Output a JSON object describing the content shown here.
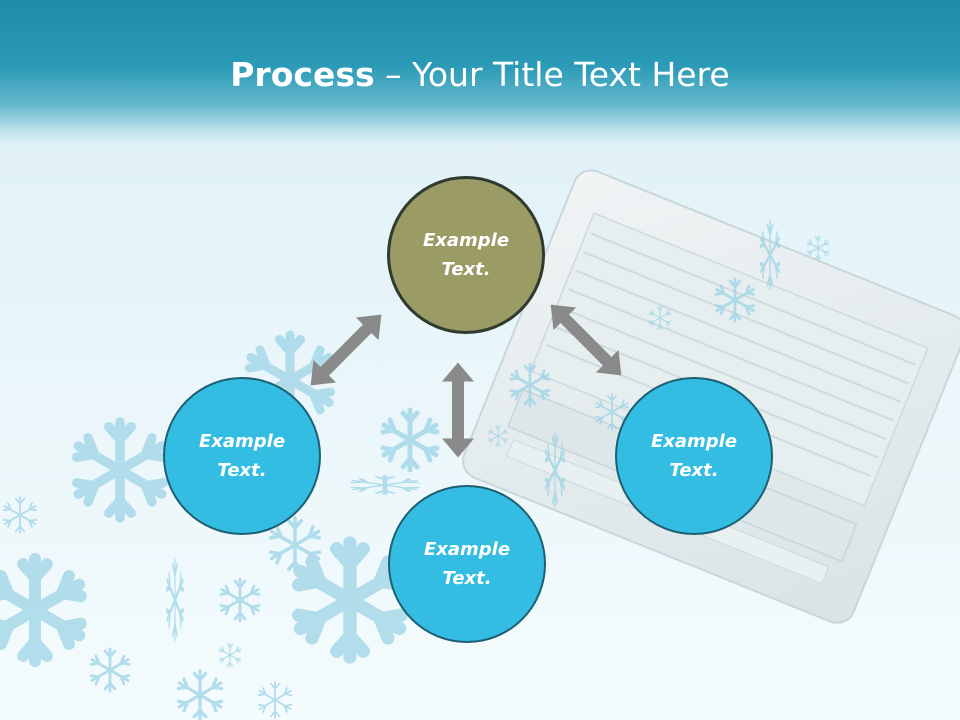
{
  "slide": {
    "title_bold": "Process",
    "title_rest": " – Your Title Text Here"
  },
  "nodes": {
    "top": {
      "line1": "Example",
      "line2": "Text."
    },
    "left": {
      "line1": "Example",
      "line2": "Text."
    },
    "right": {
      "line1": "Example",
      "line2": "Text."
    },
    "bottom": {
      "line1": "Example",
      "line2": "Text."
    }
  },
  "colors": {
    "header": "#2a9ab6",
    "node_blue": "#34bde2",
    "node_olive": "#9b9b66",
    "arrow": "#8a8a8a"
  },
  "icons": [
    "snowflake-icon",
    "air-conditioner-illustration",
    "double-arrow-icon"
  ]
}
